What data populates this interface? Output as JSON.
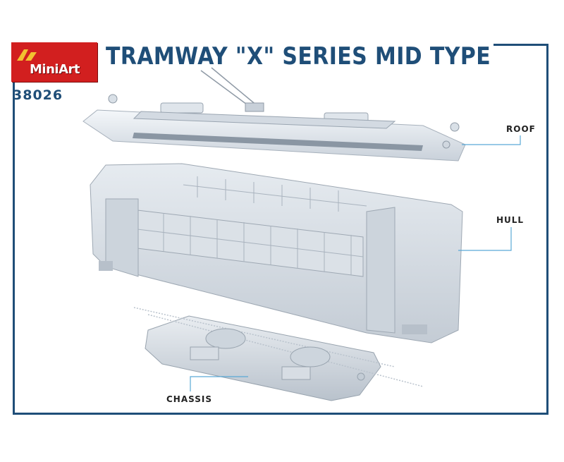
{
  "brand": {
    "logo_text": "MiniArt"
  },
  "product": {
    "article_number": "38026",
    "title": "TRAMWAY \"X\" SERIES MID TYPE"
  },
  "callouts": {
    "roof": "ROOF",
    "hull": "HULL",
    "chassis": "CHASSIS"
  },
  "colors": {
    "frame": "#1f4e78",
    "logo_bg": "#d21f1f",
    "callout_line": "#5aa9d6",
    "model_plastic": "#e3e8ee"
  }
}
